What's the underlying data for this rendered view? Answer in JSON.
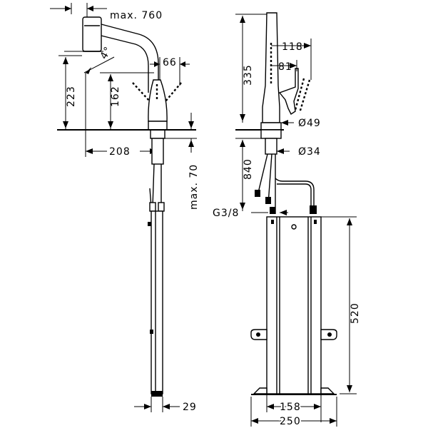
{
  "dimensions": {
    "max_reach": "max. 760",
    "angle": "4°",
    "spray_offset": "66",
    "height_total": "223",
    "height_spout": "162",
    "reach": "208",
    "max_thickness": "max. 70",
    "hose_width": "29",
    "height_335": "335",
    "width_118": "118",
    "width_81": "81",
    "diameter_49": "Ø49",
    "hose_length": "840",
    "diameter_34": "Ø34",
    "thread": "G3/8",
    "box_height": "520",
    "box_inner_width": "158",
    "box_outer_width": "250"
  }
}
